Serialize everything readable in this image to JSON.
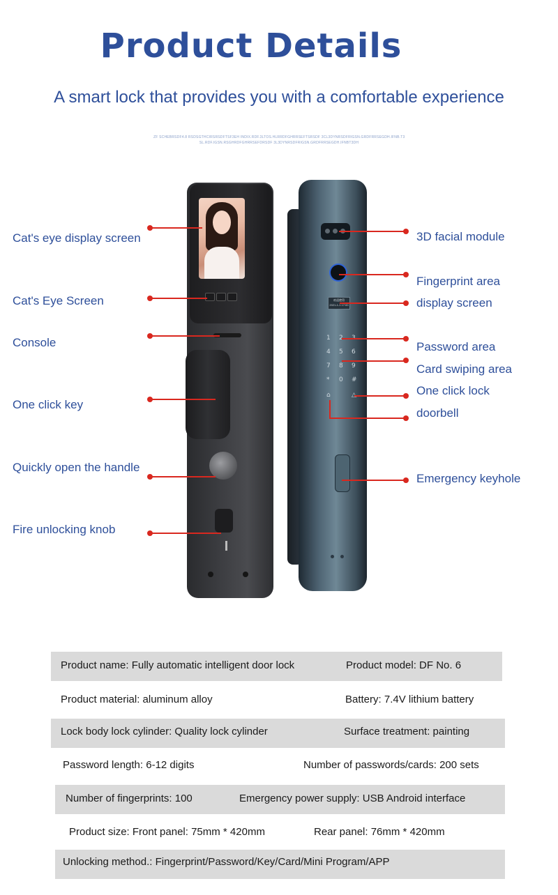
{
  "header": {
    "title": "Product Details",
    "subtitle": "A smart lock that provides you with a comfortable experience",
    "fine_print_line1": "ZF SCHEBRSDF4.8 RSDSGTHCIRSRSDFTSF3EH INDIX.RDF.3LTOS.HLRRDFGHRRSEFTSRSDF 3CL3DYNRSDFRIGSN.GRDFRRSEGDH.IFNB.T3DH",
    "fine_print_line2": "SL.RDF.IGSN.RSGHRDFGHRRSEFDRSDF 3L3DYNRSDFRIGSN.GRDFRRSEGDH.IFNBT3DH"
  },
  "callouts": {
    "left": [
      "Cat's eye display screen",
      "Cat's Eye Screen",
      "Console",
      "One click key",
      "Quickly open the handle",
      "Fire unlocking knob"
    ],
    "right": [
      "3D facial module",
      "Fingerprint area",
      "display screen",
      "Password area",
      "Card swiping area",
      "One click lock",
      "doorbell",
      "Emergency keyhole"
    ]
  },
  "lock_screen_text": {
    "line1": "欢迎使用",
    "line2": "2021-1-1 17:00"
  },
  "keypad": [
    "1",
    "2",
    "3",
    "4",
    "5",
    "6",
    "7",
    "8",
    "9",
    "*",
    "0",
    "#"
  ],
  "specs": [
    {
      "left": "Product name: Fully automatic intelligent door lock",
      "right": "Product model: DF No. 6"
    },
    {
      "left": "Product material: aluminum alloy",
      "right": "Battery: 7.4V lithium battery"
    },
    {
      "left": "Lock body lock cylinder: Quality lock cylinder",
      "right": "Surface treatment: painting"
    },
    {
      "left": "Password length: 6-12 digits",
      "right": "Number of passwords/cards: 200 sets"
    },
    {
      "left": "Number of fingerprints: 100",
      "right": "Emergency power supply: USB Android interface"
    },
    {
      "left": "Product size: Front panel: 75mm * 420mm",
      "right": "Rear panel: 76mm * 420mm"
    },
    {
      "left": "Unlocking method.: Fingerprint/Password/Key/Card/Mini Program/APP",
      "right": ""
    }
  ],
  "colors": {
    "title_blue": "#2e4f9a",
    "leader_red": "#d9281f",
    "row_shade": "#dadada"
  }
}
